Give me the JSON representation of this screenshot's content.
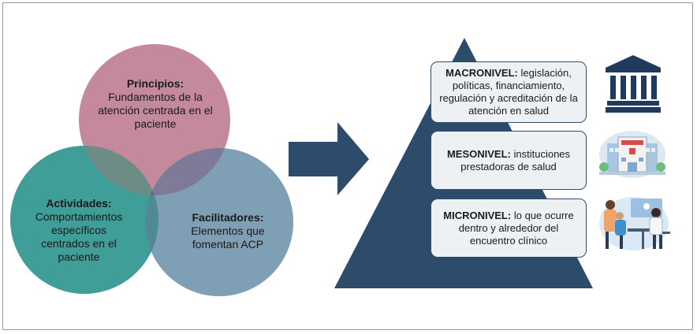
{
  "venn": {
    "principios": {
      "title": "Principios:",
      "text": "Fundamentos de la atención centrada en el paciente"
    },
    "actividades": {
      "title": "Actividades:",
      "text": "Comportamientos específicos centrados en el paciente"
    },
    "facilitadores": {
      "title": "Facilitadores:",
      "text": "Elementos que fomentan ACP"
    }
  },
  "levels": {
    "macro": {
      "title": "MACRONIVEL:",
      "text": "legislación, políticas, financiamiento, regulación y acreditación de la atención en salud"
    },
    "meso": {
      "title": "MESONIVEL:",
      "text": "instituciones prestadoras de salud"
    },
    "micro": {
      "title": "MICRONIVEL:",
      "text": "lo que ocurre dentro y alrededor del encuentro clínico"
    }
  },
  "icons": {
    "macro": "government-building-icon",
    "meso": "hospital-building-icon",
    "micro": "doctor-patient-consultation-icon"
  },
  "colors": {
    "principios": "#c48a9c",
    "actividades": "#3f9e98",
    "facilitadores": "#7f9fb4",
    "overlap_pa": "#6e8c86",
    "overlap_pf": "#7f7a98",
    "overlap_af": "#4f8a92",
    "center": "#5d6d86",
    "arrow": "#2d4b6b",
    "pyramid": "#2d4b6b"
  }
}
